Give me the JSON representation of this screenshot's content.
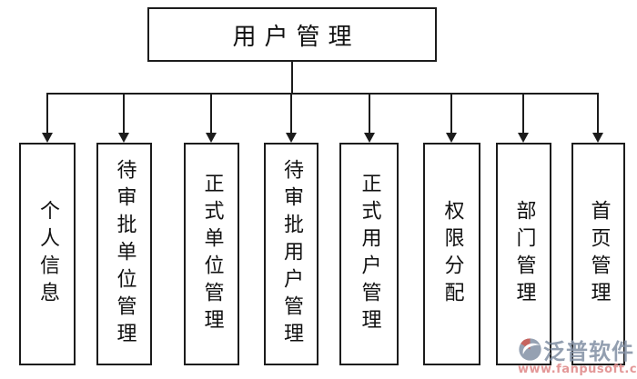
{
  "diagram": {
    "type": "tree",
    "root": {
      "label": "用户管理"
    },
    "children": [
      {
        "label": "个人信息"
      },
      {
        "label": "待审批单位管理"
      },
      {
        "label": "正式单位管理"
      },
      {
        "label": "待审批用户管理"
      },
      {
        "label": "正式用户管理"
      },
      {
        "label": "权限分配"
      },
      {
        "label": "部门管理"
      },
      {
        "label": "首页管理"
      }
    ]
  },
  "watermark": {
    "brand": "泛普软件",
    "url": "www.fanpusoft.com",
    "brand_color": "#8592a6",
    "url_color": "#e08a8a",
    "logo_red": "#bf4f4a",
    "logo_blue": "#8795a8"
  },
  "colors": {
    "line": "#1c1c1c",
    "background": "#ffffff"
  }
}
